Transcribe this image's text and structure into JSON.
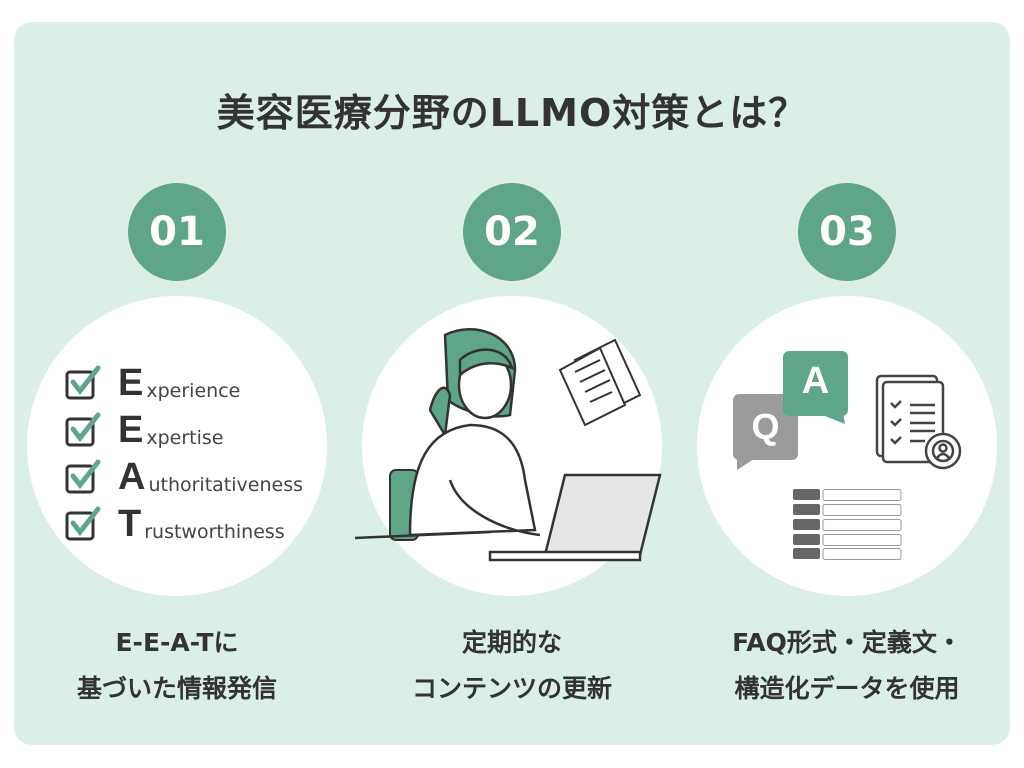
{
  "title": "美容医療分野のLLMO対策とは？",
  "colors": {
    "background": "#dcefe6",
    "accent": "#5fa689",
    "text": "#333333"
  },
  "steps": [
    {
      "number": "01",
      "caption_line1": "E-E-A-Tに",
      "caption_line2": "基づいた情報発信",
      "eeat": [
        {
          "letter": "E",
          "rest": "xperience"
        },
        {
          "letter": "E",
          "rest": "xpertise"
        },
        {
          "letter": "A",
          "rest": "uthoritativeness"
        },
        {
          "letter": "T",
          "rest": "rustworthiness"
        }
      ]
    },
    {
      "number": "02",
      "caption_line1": "定期的な",
      "caption_line2": "コンテンツの更新"
    },
    {
      "number": "03",
      "caption_line1": "FAQ形式・定義文・",
      "caption_line2": "構造化データを使用",
      "q_label": "Q",
      "a_label": "A"
    }
  ]
}
